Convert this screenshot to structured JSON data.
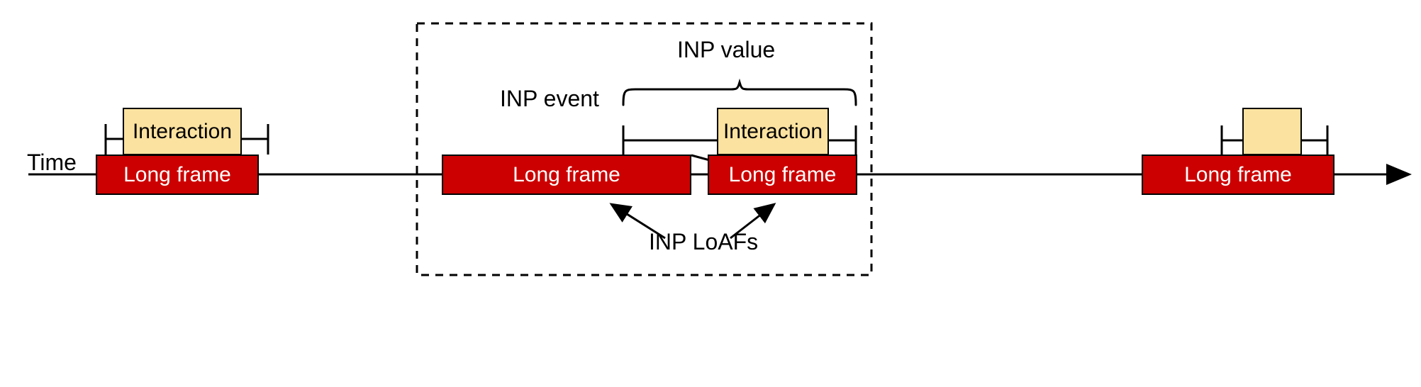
{
  "diagram": {
    "title": "INP and Long Animation Frames timeline",
    "axis": {
      "label": "Time",
      "direction": "left-to-right"
    },
    "colors": {
      "long_frame_fill": "#CC0000",
      "long_frame_text": "#FFFFFF",
      "interaction_fill": "#FCE2A0",
      "interaction_text": "#000000",
      "stroke": "#000000",
      "background": "#FFFFFF"
    },
    "labels": {
      "time": "Time",
      "inp_event": "INP event",
      "inp_value": "INP value",
      "inp_loafs": "INP LoAFs",
      "interaction": "Interaction",
      "long_frame": "Long frame"
    },
    "segments": [
      {
        "id": "left",
        "long_frame_label": "Long frame",
        "interaction_label": "Interaction",
        "has_interaction_label_text": true,
        "in_highlight_box": false
      },
      {
        "id": "middle-first-loaf",
        "long_frame_label": "Long frame",
        "interaction_label": null,
        "has_interaction_label_text": false,
        "in_highlight_box": true
      },
      {
        "id": "middle-second-loaf",
        "long_frame_label": "Long frame",
        "interaction_label": "Interaction",
        "has_interaction_label_text": true,
        "in_highlight_box": true
      },
      {
        "id": "right",
        "long_frame_label": "Long frame",
        "interaction_label": "",
        "has_interaction_label_text": false,
        "in_highlight_box": false
      }
    ],
    "annotations": [
      {
        "name": "inp-event-annotation",
        "text": "INP event",
        "points_to": "interaction-start-tick"
      },
      {
        "name": "inp-value-annotation",
        "text": "INP value",
        "points_to": "inp-duration-brace"
      },
      {
        "name": "inp-loafs-annotation",
        "text": "INP LoAFs",
        "points_to": "middle-long-frames"
      }
    ],
    "highlight_box": {
      "name": "inp-scope-box",
      "style": "dashed"
    }
  }
}
